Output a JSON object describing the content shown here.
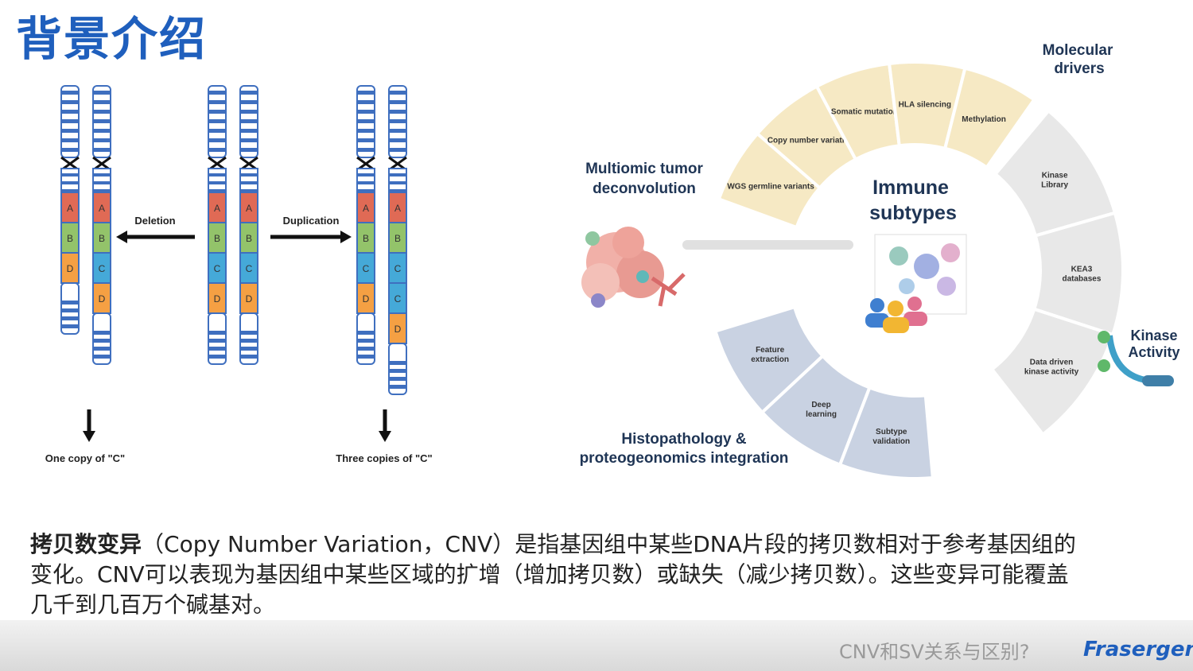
{
  "title": "背景介绍",
  "chromosomes": {
    "deletion_label": "Deletion",
    "duplication_label": "Duplication",
    "result_left": "One copy of \"C\"",
    "result_right": "Three copies of \"C\"",
    "segments": {
      "A": {
        "label": "A",
        "color": "#e06a55"
      },
      "B": {
        "label": "B",
        "color": "#93c36a"
      },
      "C": {
        "label": "C",
        "color": "#45a9d8"
      },
      "D": {
        "label": "D",
        "color": "#f5a043"
      }
    },
    "band_color": "#3f6fbf",
    "deletion_pair": [
      [
        "A",
        "B",
        "D"
      ],
      [
        "A",
        "B",
        "C",
        "D"
      ]
    ],
    "normal_pair": [
      [
        "A",
        "B",
        "C",
        "D"
      ],
      [
        "A",
        "B",
        "C",
        "D"
      ]
    ],
    "duplication_pair": [
      [
        "A",
        "B",
        "C",
        "D"
      ],
      [
        "A",
        "B",
        "C",
        "C",
        "D"
      ]
    ]
  },
  "wheel": {
    "center_title_line1": "Immune",
    "center_title_line2": "subtypes",
    "multiomic_line1": "Multiomic tumor",
    "multiomic_line2": "deconvolution",
    "molecular_line1": "Molecular",
    "molecular_line2": "drivers",
    "kinase_line1": "Kinase",
    "kinase_line2": "Activity",
    "histo_line1": "Histopathology &",
    "histo_line2": "proteogeonomics integration",
    "top_sectors": [
      {
        "label": "WGS germline variants"
      },
      {
        "label": "Copy number variation"
      },
      {
        "label": "Somatic mutation"
      },
      {
        "label": "HLA silencing"
      },
      {
        "label": "Methylation"
      }
    ],
    "right_sectors": [
      {
        "label1": "Kinase",
        "label2": "Library"
      },
      {
        "label1": "KEA3",
        "label2": "databases"
      },
      {
        "label1": "Data driven",
        "label2": "kinase activity"
      }
    ],
    "bottom_sectors": [
      {
        "label1": "Feature",
        "label2": "extraction"
      },
      {
        "label1": "Deep",
        "label2": "learning"
      },
      {
        "label1": "Subtype",
        "label2": "validation"
      }
    ],
    "colors": {
      "top": "#f6e9c4",
      "right": "#e8e8e8",
      "bottom": "#c9d2e2",
      "title": "#1f3555"
    }
  },
  "description": {
    "bold": "拷贝数变异",
    "rest": "（Copy Number Variation，CNV）是指基因组中某些DNA片段的拷贝数相对于参考基因组的变化。CNV可以表现为基因组中某些区域的扩增（增加拷贝数）或缺失（减少拷贝数）。这些变异可能覆盖几千到几百万个碱基对。"
  },
  "footer": {
    "question": "CNV和SV关系与区别?",
    "brand": "Frasergen"
  }
}
